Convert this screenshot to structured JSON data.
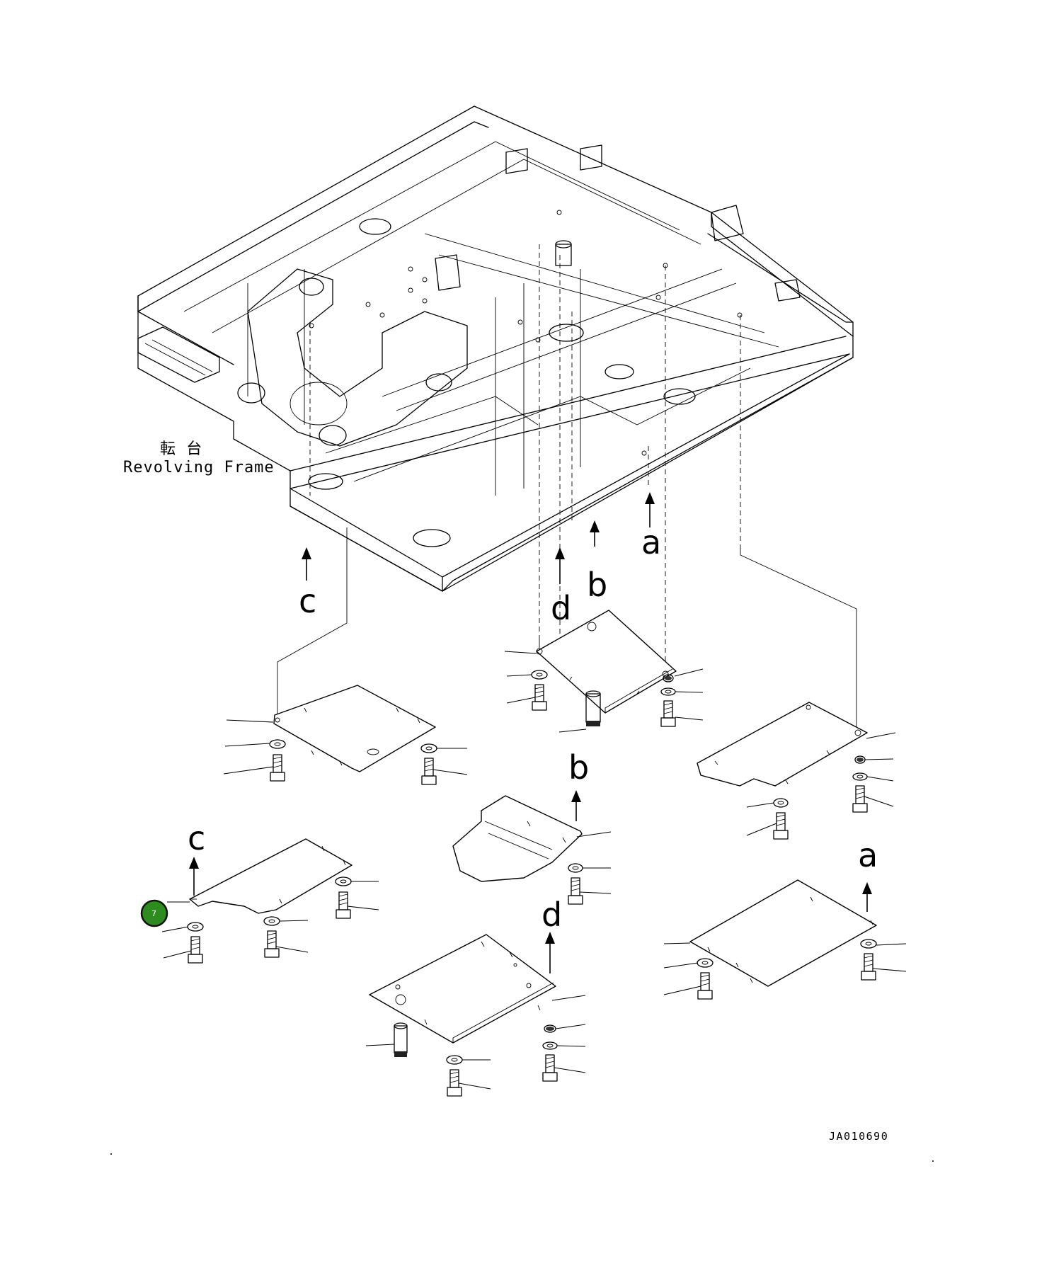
{
  "frame_label": {
    "line1": "転 台",
    "line2": "Revolving Frame"
  },
  "arrow_letters": {
    "a_upper": "a",
    "b_upper": "b",
    "c_upper": "c",
    "d_upper": "d",
    "b_lower": "b",
    "c_lower": "c",
    "d_lower": "d",
    "a_lower": "a"
  },
  "callout_badge": {
    "number": "7",
    "color": "#2e8b1e"
  },
  "drawing_code": "JA010690"
}
